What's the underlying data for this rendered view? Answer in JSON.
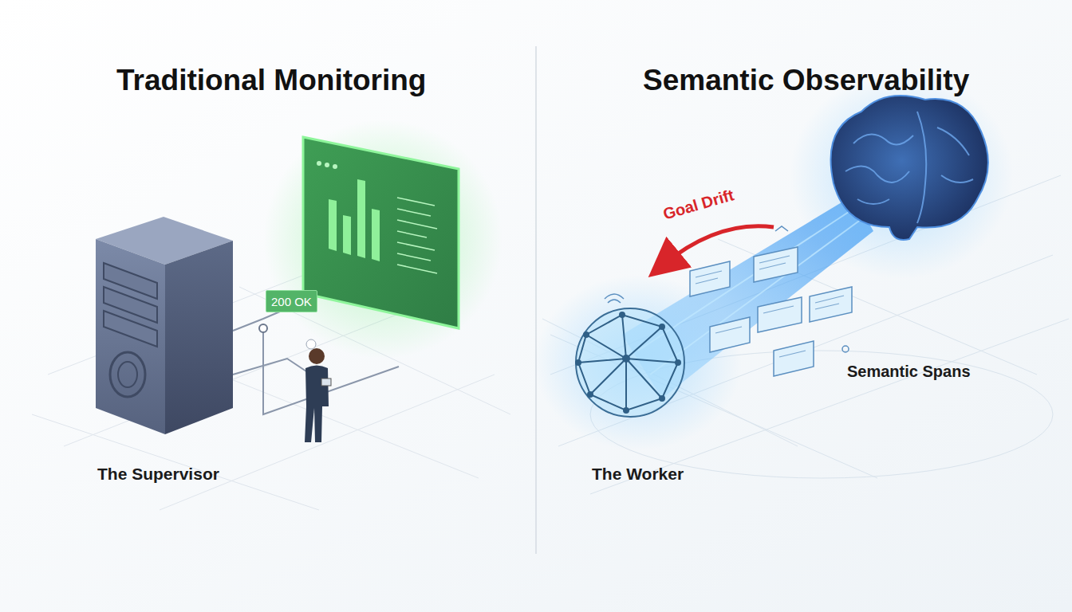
{
  "diagram": {
    "nodes": [
      {
        "text": [
          "200 OK"
        ]
      }
    ],
    "labels": [
      "Traditional Monitoring",
      "Semantic Observability",
      "The Supervisor",
      "Goal Drift",
      "Semantic Spans",
      "The Worker"
    ]
  }
}
